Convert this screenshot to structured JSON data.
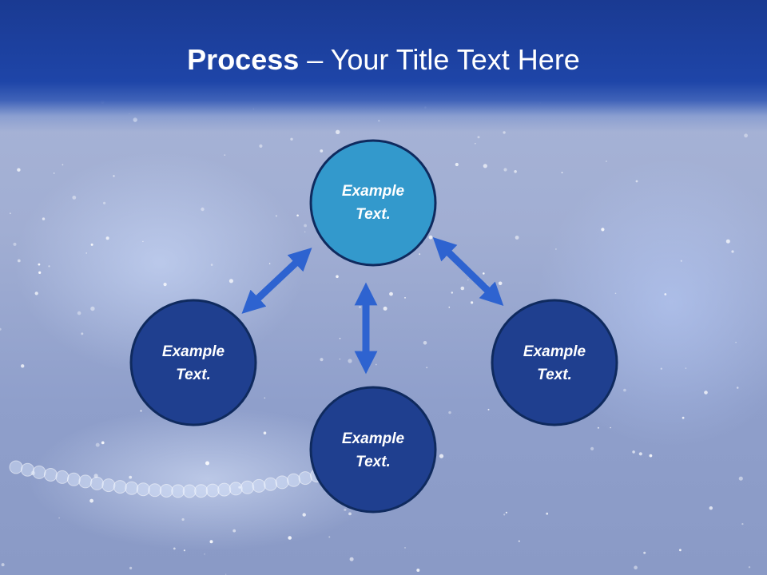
{
  "title": {
    "bold_part": "Process",
    "separator": " – ",
    "rest": "Your Title Text Here"
  },
  "nodes": [
    {
      "id": "top",
      "line1": "Example",
      "line2": "Text.",
      "fill": "#3399cc",
      "highlighted": true
    },
    {
      "id": "left",
      "line1": "Example",
      "line2": "Text.",
      "fill": "#1f3f8f",
      "highlighted": false
    },
    {
      "id": "bottom",
      "line1": "Example",
      "line2": "Text.",
      "fill": "#1f3f8f",
      "highlighted": false
    },
    {
      "id": "right",
      "line1": "Example",
      "line2": "Text.",
      "fill": "#1f3f8f",
      "highlighted": false
    }
  ],
  "colors": {
    "node_outline": "#0f2a5e",
    "arrow": "#2e63d0",
    "header": "#1e45a8"
  }
}
